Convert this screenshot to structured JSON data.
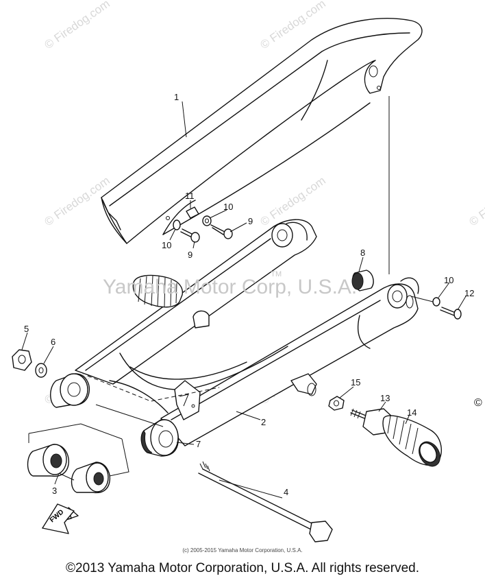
{
  "watermark": {
    "site": "© Firedog.com",
    "trademark": "Yamaha Motor Corp, U.S.A.",
    "tm": "TM",
    "stray_mark": "©"
  },
  "diagram": {
    "callouts": [
      "1",
      "2",
      "3",
      "4",
      "5",
      "6",
      "7",
      "8",
      "9",
      "9",
      "10",
      "10",
      "10",
      "11",
      "12",
      "13",
      "14",
      "15"
    ],
    "fwd_label": "FWD"
  },
  "footer": {
    "small_copyright": "(c) 2005-2015 Yamaha Motor Corporation, U.S.A.",
    "copyright": "©2013 Yamaha Motor Corporation, U.S.A. All rights reserved."
  }
}
